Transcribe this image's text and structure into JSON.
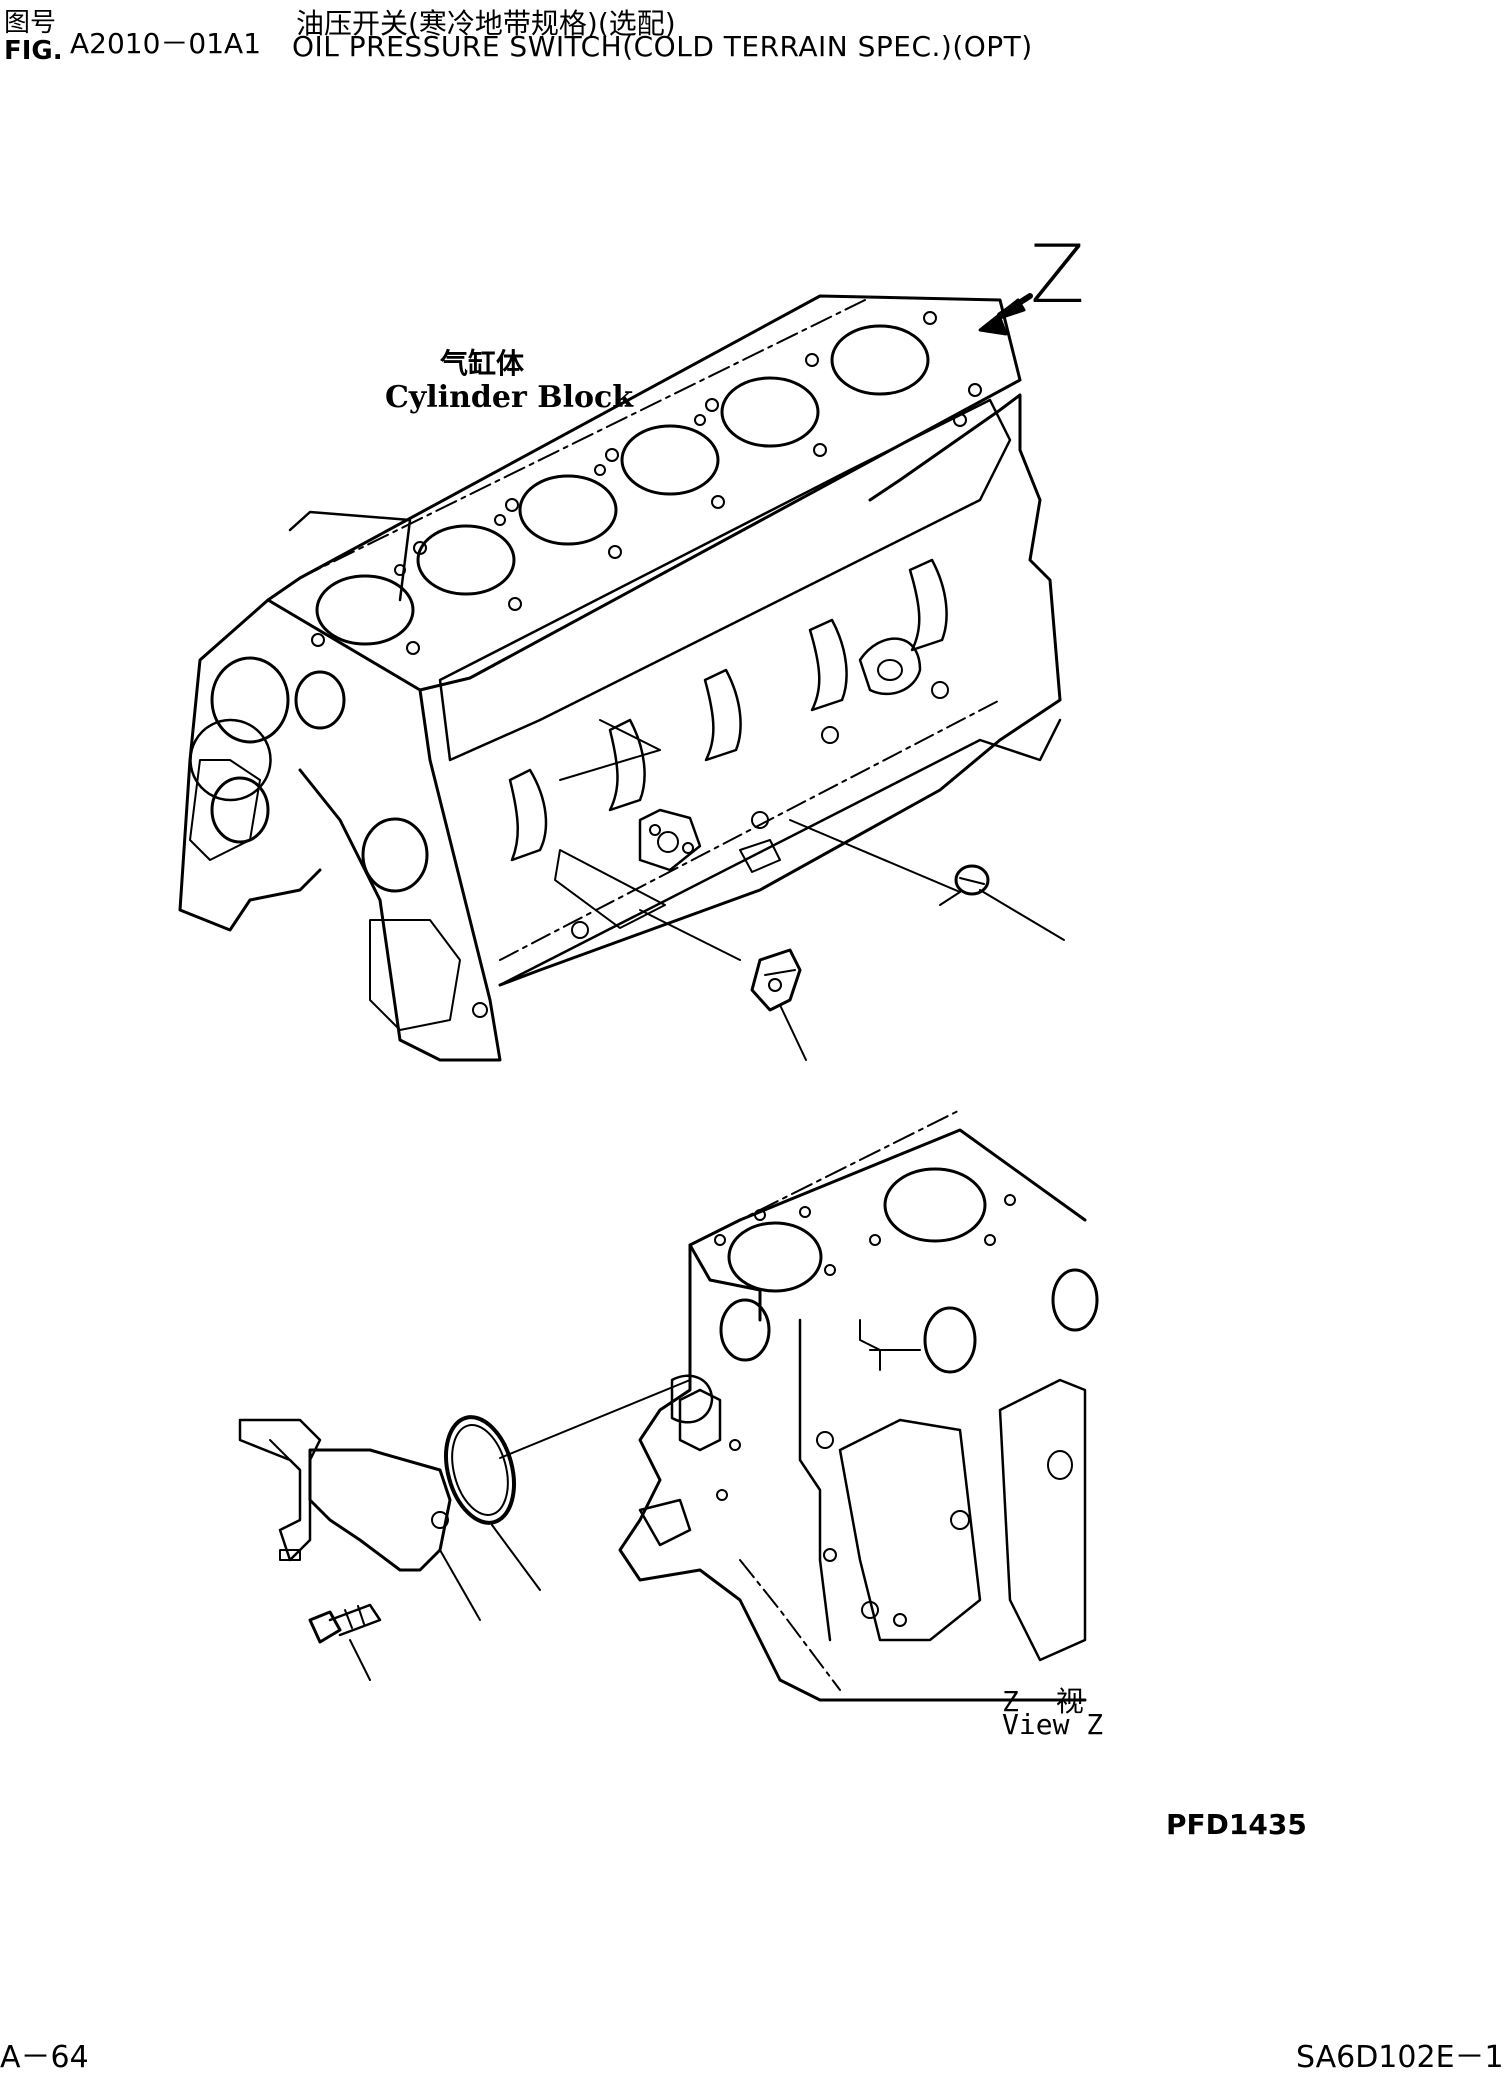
{
  "header": {
    "fig_label_cn": "图号",
    "fig_label_en": "FIG.",
    "fig_number": "A2010－01A1",
    "title_cn": "油压开关(寒冷地带规格)(选配)",
    "title_en": "OIL PRESSURE SWITCH(COLD TERRAIN SPEC.)(OPT)"
  },
  "labels": {
    "z_mark": "Z",
    "cylinder_block_cn": "气缸体",
    "cylinder_block_en": "Cylinder Block",
    "view_cn": "Z 视",
    "view_en": "View Z"
  },
  "footer": {
    "drawing_code": "PFD1435",
    "page_number": "A－64",
    "model_code": "SA6D102E－1"
  }
}
